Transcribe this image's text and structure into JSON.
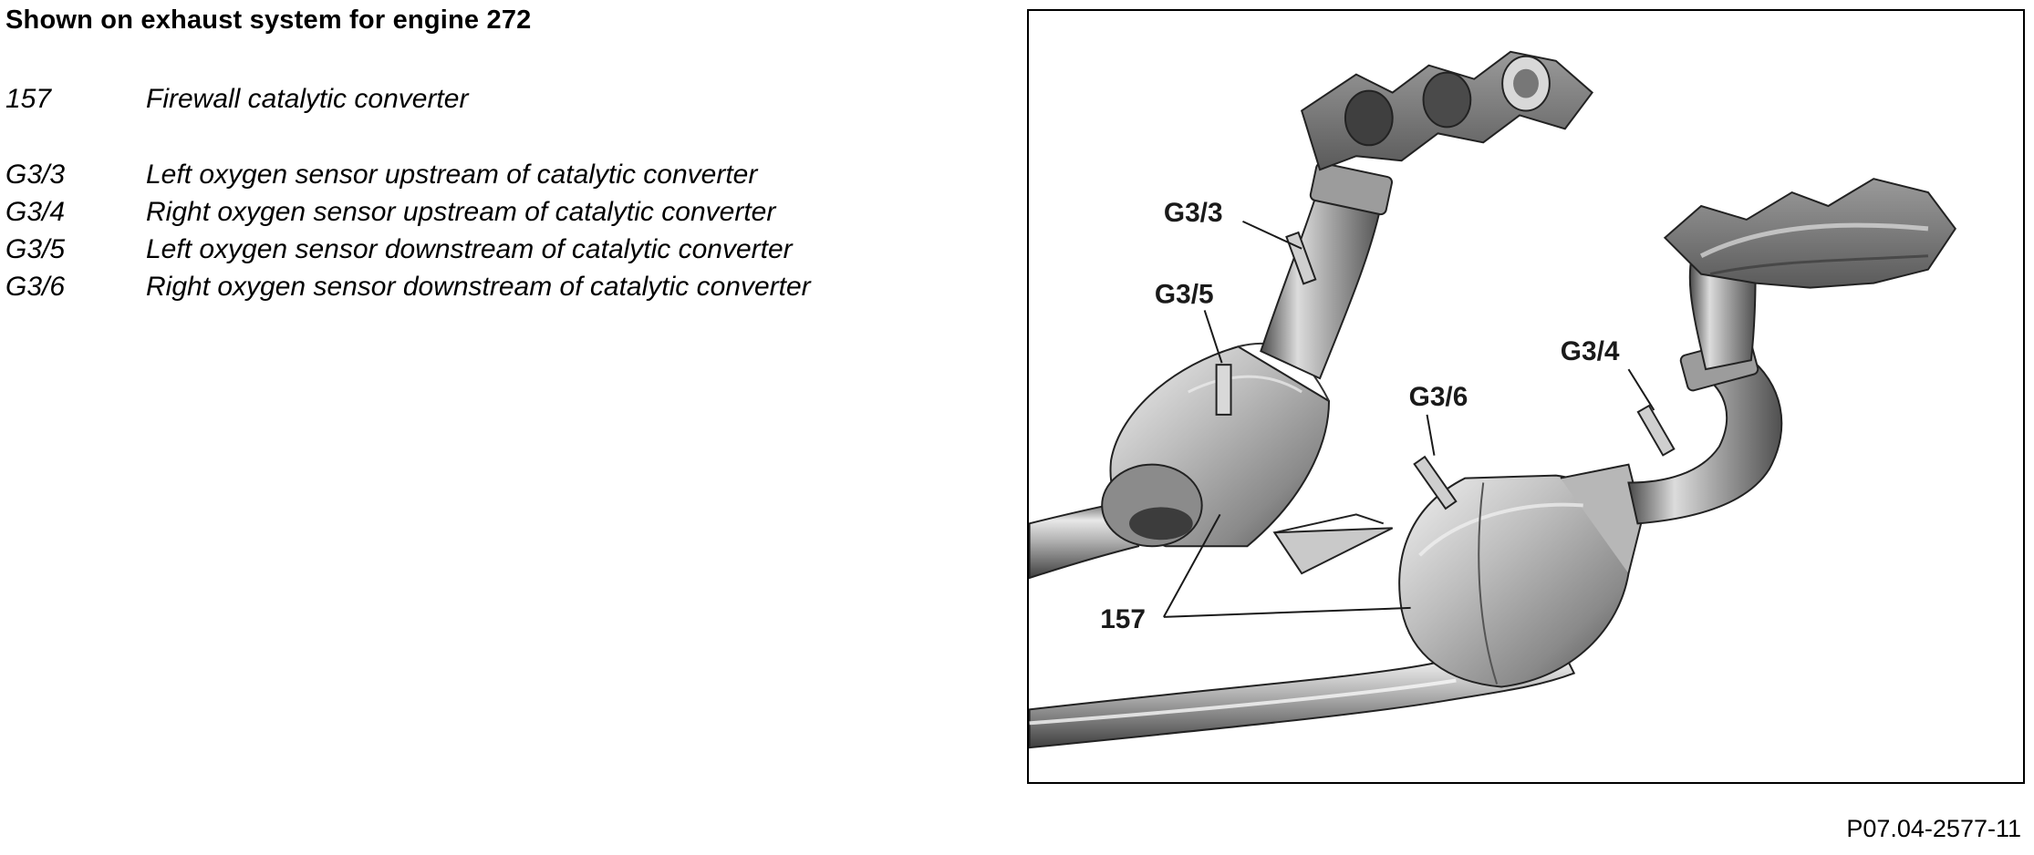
{
  "heading": "Shown on exhaust system for engine 272",
  "legend": [
    {
      "code": "157",
      "text": "Firewall catalytic converter"
    },
    {
      "code": "G3/3",
      "text": "Left oxygen sensor upstream of catalytic converter"
    },
    {
      "code": "G3/4",
      "text": "Right oxygen sensor upstream of catalytic converter"
    },
    {
      "code": "G3/5",
      "text": "Left oxygen sensor downstream of catalytic converter"
    },
    {
      "code": "G3/6",
      "text": "Right oxygen sensor downstream of catalytic converter"
    }
  ],
  "figure": {
    "callouts": {
      "g3_3": "G3/3",
      "g3_5": "G3/5",
      "g3_6": "G3/6",
      "g3_4": "G3/4",
      "c157": "157"
    }
  },
  "reference": "P07.04-2577-11"
}
